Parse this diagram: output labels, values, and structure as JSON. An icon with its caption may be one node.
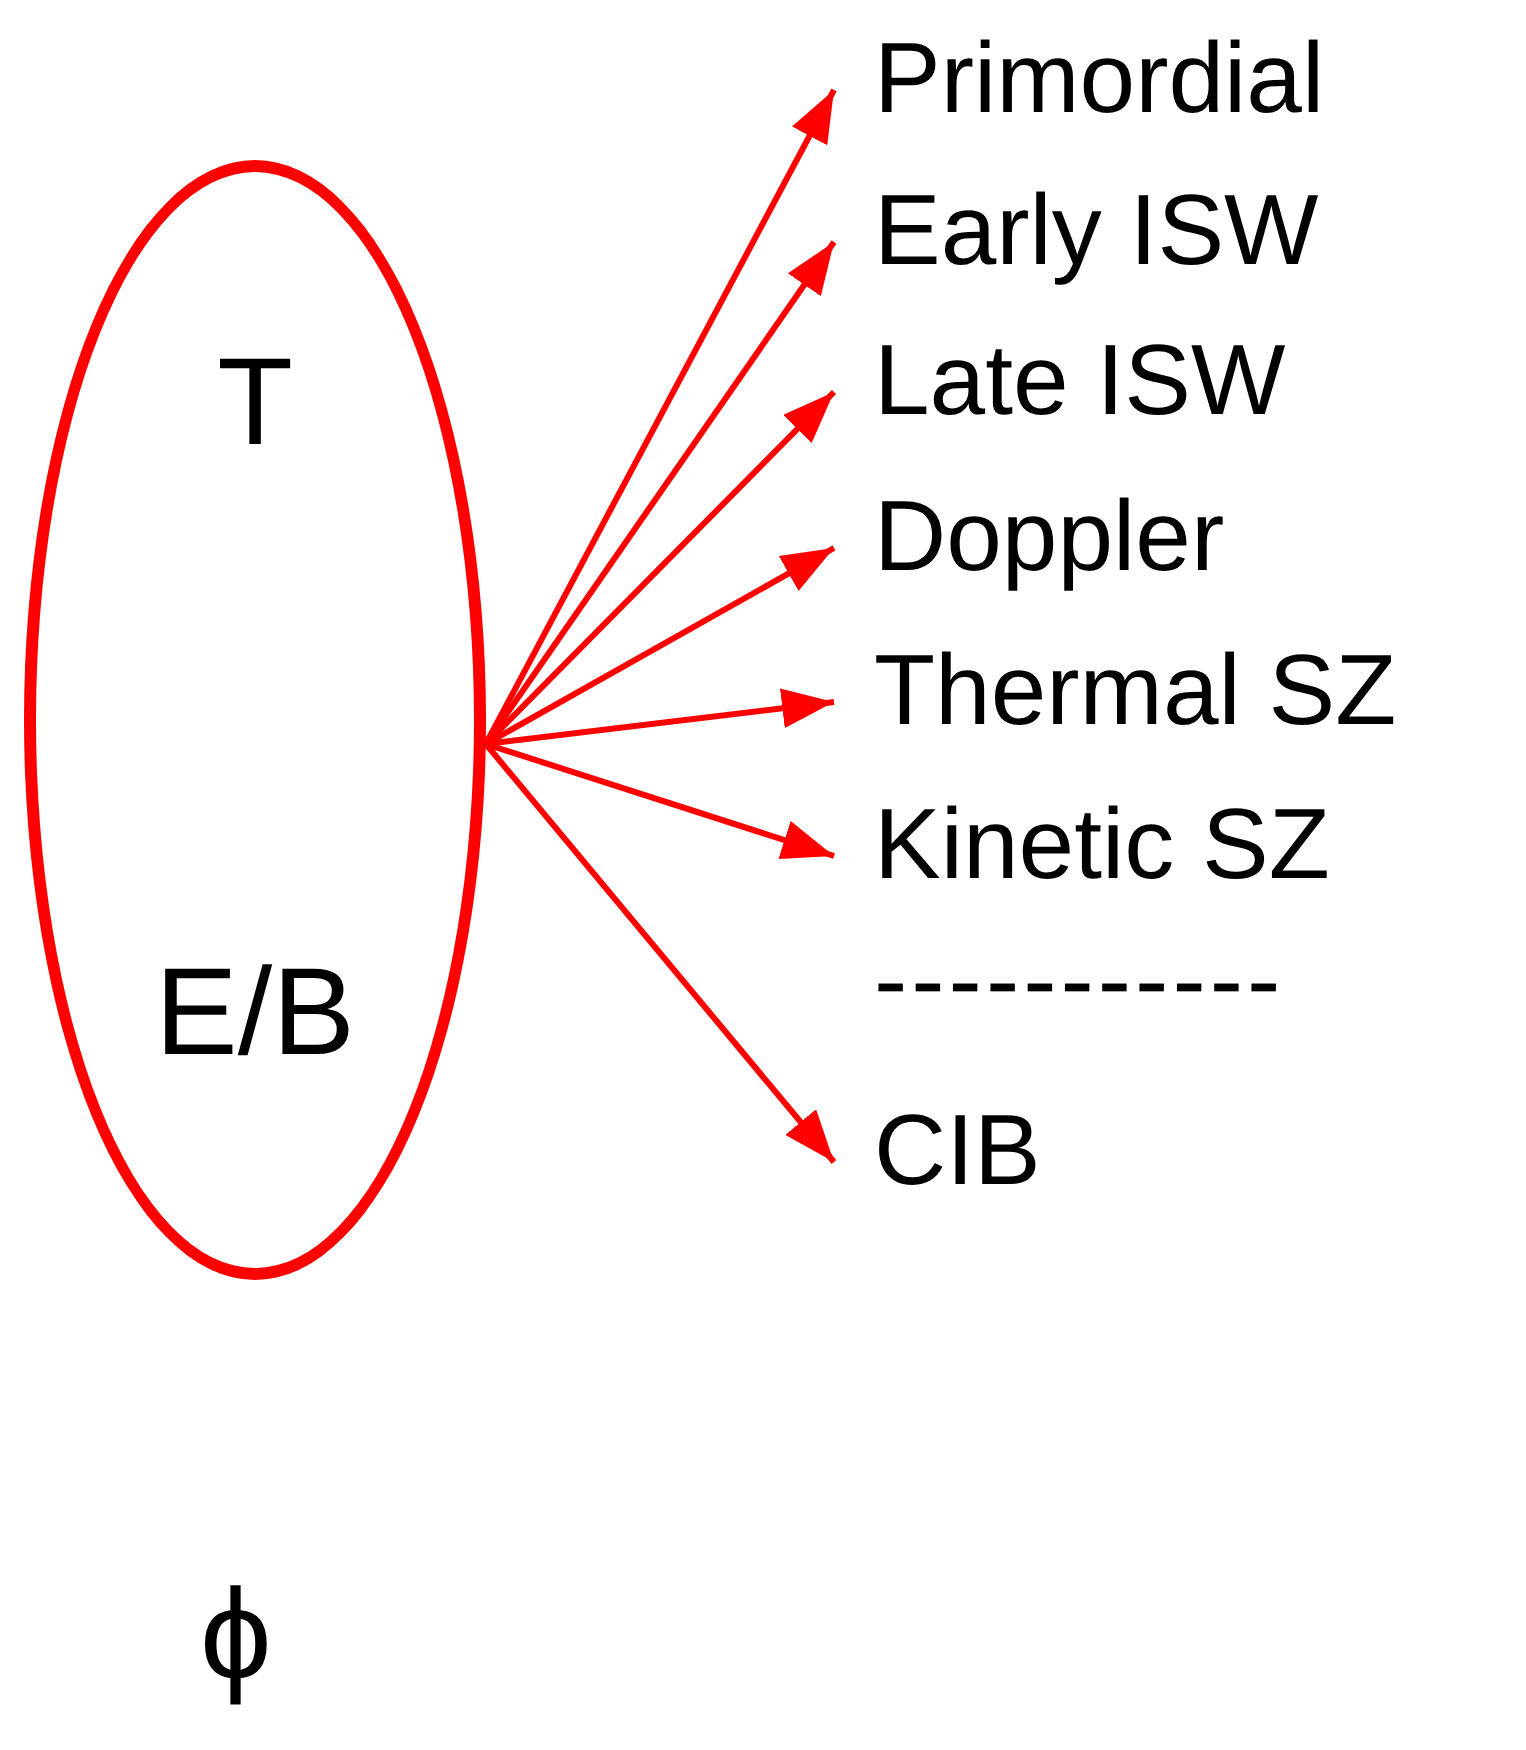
{
  "diagram": {
    "nodes": [
      {
        "text": [
          "T",
          "E/B"
        ]
      },
      {
        "text": [
          "Primordial"
        ]
      },
      {
        "text": [
          "Early ISW"
        ]
      },
      {
        "text": [
          "Late ISW"
        ]
      },
      {
        "text": [
          "Doppler"
        ]
      },
      {
        "text": [
          "Thermal SZ"
        ]
      },
      {
        "text": [
          "Kinetic SZ"
        ]
      },
      {
        "text": [
          "CIB"
        ]
      }
    ],
    "edges": [
      {
        "from": 0,
        "to": 1,
        "arrow": "to"
      },
      {
        "from": 0,
        "to": 2,
        "arrow": "to"
      },
      {
        "from": 0,
        "to": 3,
        "arrow": "to"
      },
      {
        "from": 0,
        "to": 4,
        "arrow": "to"
      },
      {
        "from": 0,
        "to": 5,
        "arrow": "to"
      },
      {
        "from": 0,
        "to": 6,
        "arrow": "to"
      },
      {
        "from": 0,
        "to": 7,
        "arrow": "to"
      }
    ],
    "labels": [
      "-----------",
      "ϕ"
    ]
  }
}
